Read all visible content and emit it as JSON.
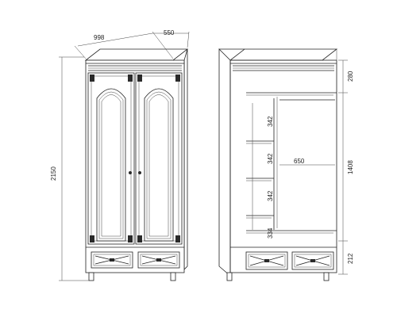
{
  "closed_view": {
    "width_label": "998",
    "depth_label": "550",
    "height_label": "2150"
  },
  "open_view": {
    "top_compartment_label": "280",
    "inner_height_label": "1408",
    "drawer_zone_label": "212",
    "hanging_width_label": "650",
    "shelf_labels": [
      "342",
      "342",
      "342",
      "334"
    ]
  }
}
